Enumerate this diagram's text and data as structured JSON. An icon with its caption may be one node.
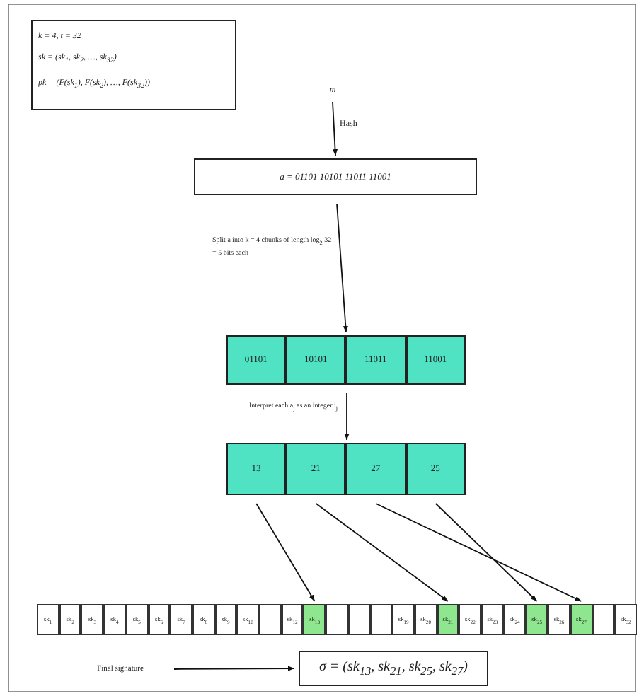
{
  "diagram": {
    "nodes": [
      {
        "text": [
          "k = 4, t = 32",
          "sk = (sk$_{1}$, sk$_{2}$, …, sk$_{32}$)",
          "pk = (F(sk$_{1}$), F(sk$_{2}$), …, F(sk$_{32}$))"
        ]
      },
      {
        "text": [
          "m"
        ]
      },
      {
        "text": [
          "a = 01101 10101 11011 11001"
        ]
      },
      {
        "text": [],
        "shape": "box"
      },
      {
        "text": [
          "01101"
        ],
        "in": 3
      },
      {
        "text": [
          "10101"
        ],
        "in": 3
      },
      {
        "text": [
          "11011"
        ],
        "in": 3
      },
      {
        "text": [
          "11001"
        ],
        "in": 3
      },
      {
        "text": [],
        "shape": "box"
      },
      {
        "text": [
          "13"
        ],
        "in": 8
      },
      {
        "text": [
          "21"
        ],
        "in": 8
      },
      {
        "text": [
          "27"
        ],
        "in": 8
      },
      {
        "text": [
          "25"
        ],
        "in": 8
      },
      {
        "text": [],
        "shape": "box"
      },
      {
        "text": [
          "sk$_{1}$"
        ],
        "in": 13
      },
      {
        "text": [
          "sk$_{2}$"
        ],
        "in": 13
      },
      {
        "text": [
          "sk$_{3}$"
        ],
        "in": 13
      },
      {
        "text": [
          "sk$_{4}$"
        ],
        "in": 13
      },
      {
        "text": [
          "sk$_{5}$"
        ],
        "in": 13
      },
      {
        "text": [
          "sk$_{6}$"
        ],
        "in": 13
      },
      {
        "text": [
          "sk$_{7}$"
        ],
        "in": 13
      },
      {
        "text": [
          "sk$_{8}$"
        ],
        "in": 13
      },
      {
        "text": [
          "sk$_{9}$"
        ],
        "in": 13
      },
      {
        "text": [
          "sk$_{10}$"
        ],
        "in": 13
      },
      {
        "text": [
          "⋯"
        ],
        "in": 13
      },
      {
        "text": [
          "sk$_{12}$"
        ],
        "in": 13
      },
      {
        "text": [
          "sk$_{13}$"
        ],
        "in": 13
      },
      {
        "text": [
          "⋯"
        ],
        "in": 13
      },
      {
        "text": [],
        "shape": "box",
        "in": 13
      },
      {
        "text": [
          "⋯"
        ],
        "in": 13
      },
      {
        "text": [
          "sk$_{19}$"
        ],
        "in": 13
      },
      {
        "text": [
          "sk$_{20}$"
        ],
        "in": 13
      },
      {
        "text": [
          "sk$_{21}$"
        ],
        "in": 13
      },
      {
        "text": [
          "sk$_{22}$"
        ],
        "in": 13
      },
      {
        "text": [
          "sk$_{23}$"
        ],
        "in": 13
      },
      {
        "text": [
          "sk$_{24}$"
        ],
        "in": 13
      },
      {
        "text": [
          "sk$_{25}$"
        ],
        "in": 13
      },
      {
        "text": [
          "sk$_{26}$"
        ],
        "in": 13
      },
      {
        "text": [
          "sk$_{27}$"
        ],
        "in": 13
      },
      {
        "text": [
          "⋯"
        ],
        "in": 13
      },
      {
        "text": [
          "sk$_{32}$"
        ],
        "in": 13
      },
      {
        "text": [
          "Final signature"
        ]
      },
      {
        "text": [
          "σ = (sk$_{13}$, sk$_{21}$, sk$_{25}$, sk$_{27}$)"
        ]
      }
    ],
    "edges": [
      {
        "from": 1,
        "to": 2,
        "arrow": "to",
        "label": "Hash"
      },
      {
        "from": 2,
        "to": 3,
        "arrow": "to",
        "label": "Split a into k = 4 chunks of length log$_{2}$ 32 = 5 bits each"
      },
      {
        "from": 3,
        "to": 8,
        "arrow": "to",
        "label": "Interpret each a$_{j}$ as an integer i$_{j}$"
      },
      {
        "from": 9,
        "to": 26,
        "arrow": "to"
      },
      {
        "from": 10,
        "to": 32,
        "arrow": "to"
      },
      {
        "from": 11,
        "to": 38,
        "arrow": "to"
      },
      {
        "from": 12,
        "to": 36,
        "arrow": "to"
      },
      {
        "from": 41,
        "to": 42,
        "arrow": "to"
      }
    ]
  }
}
